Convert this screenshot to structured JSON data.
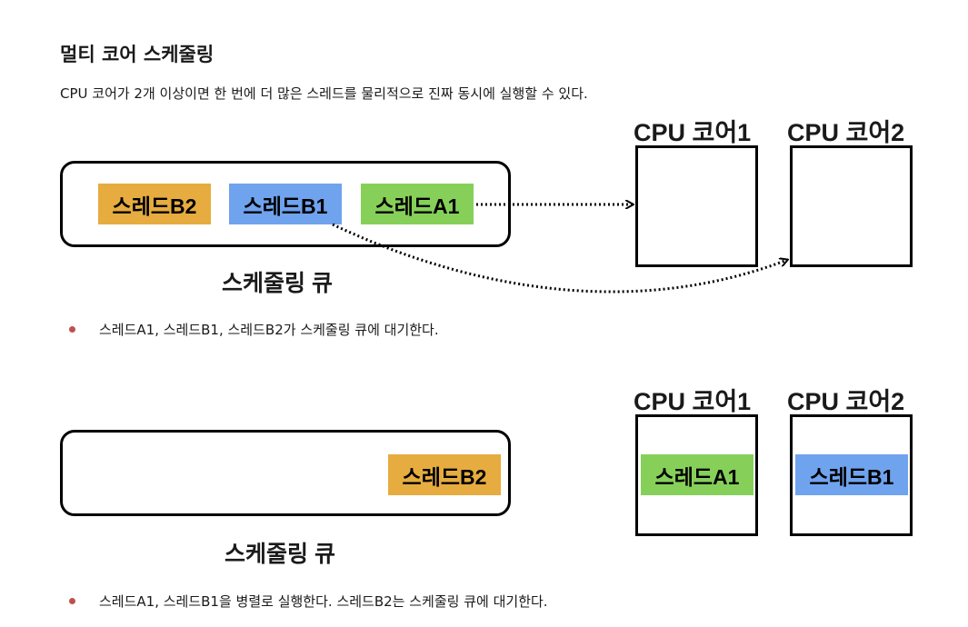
{
  "title": "멀티 코어 스케줄링",
  "intro": "CPU 코어가 2개 이상이면 한 번에 더 많은 스레드를 물리적으로 진짜 동시에 실행할 수 있다.",
  "colors": {
    "orange": "#E6AC3F",
    "blue": "#6FA3EE",
    "green": "#86D05A",
    "bullet": "#C0504D"
  },
  "diagram1": {
    "cores": [
      "CPU 코어1",
      "CPU 코어2"
    ],
    "queue_label": "스케줄링 큐",
    "threads": [
      "스레드B2",
      "스레드B1",
      "스레드A1"
    ]
  },
  "bullet1": "스레드A1, 스레드B1, 스레드B2가 스케줄링 큐에 대기한다.",
  "diagram2": {
    "cores": [
      "CPU 코어1",
      "CPU 코어2"
    ],
    "queue_label": "스케줄링 큐",
    "queue_thread": "스레드B2",
    "core1_thread": "스레드A1",
    "core2_thread": "스레드B1"
  },
  "bullet2": "스레드A1, 스레드B1을 병렬로 실행한다. 스레드B2는 스케줄링 큐에 대기한다."
}
